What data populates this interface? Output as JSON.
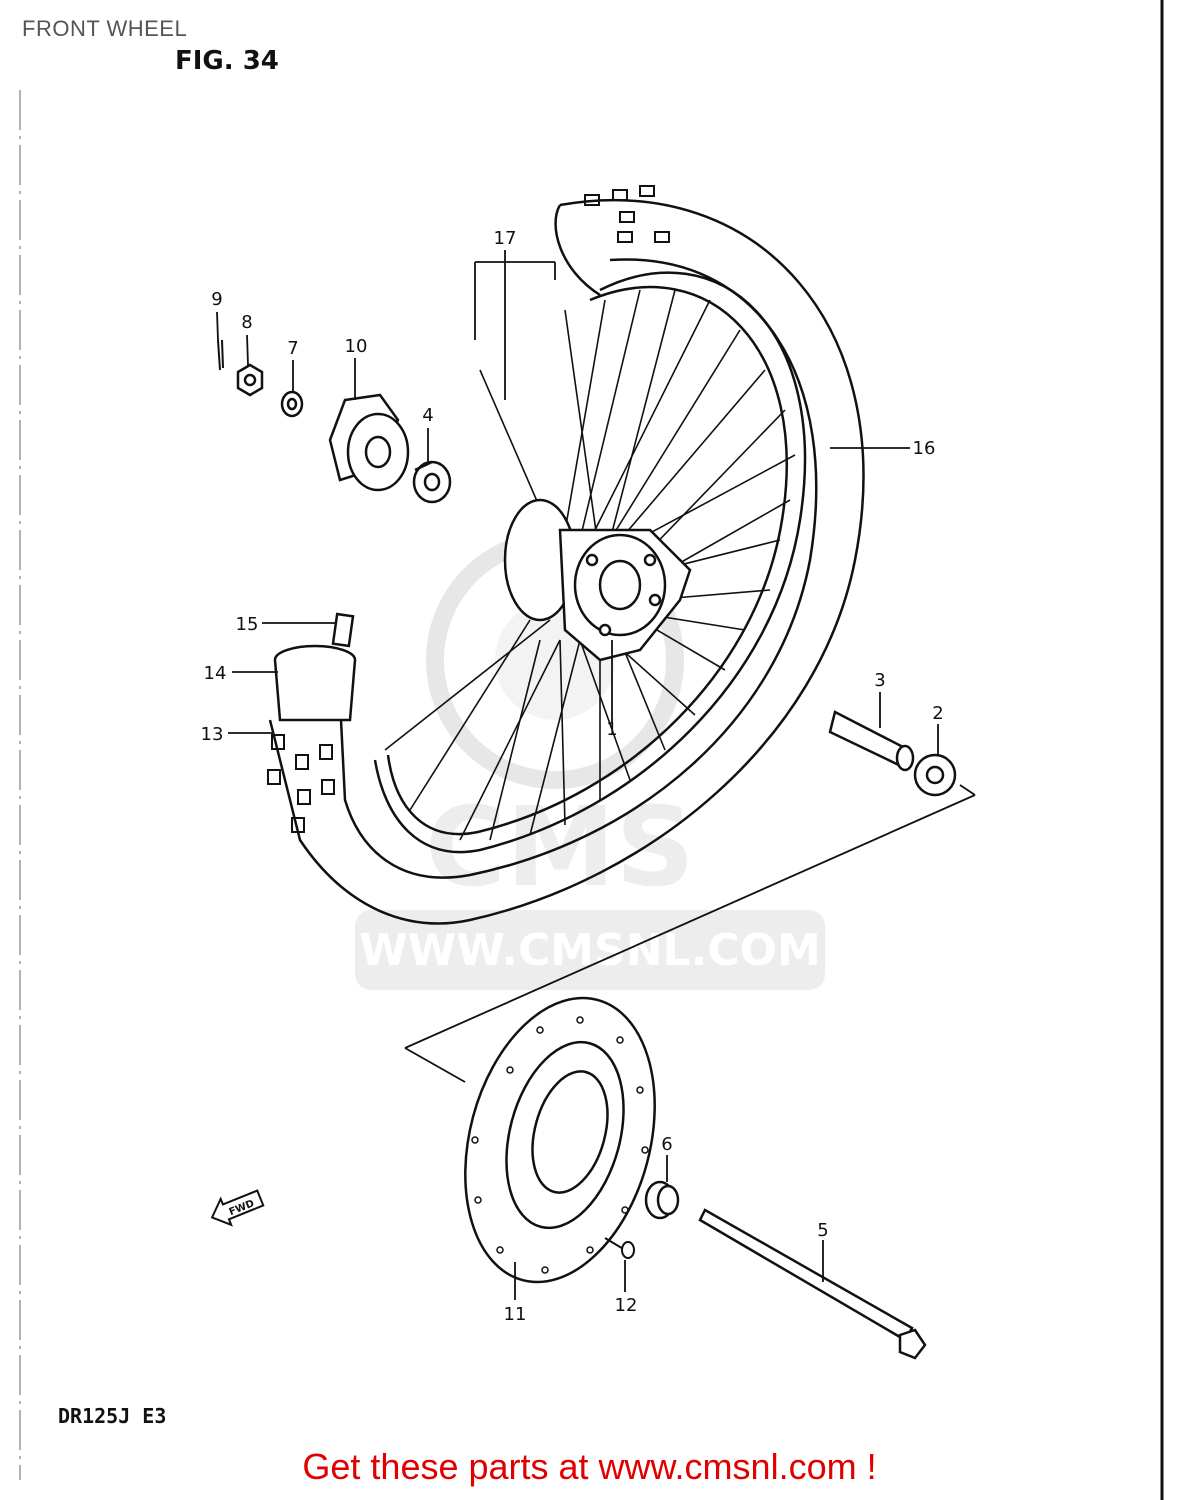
{
  "header": {
    "title": "FRONT WHEEL"
  },
  "figure": {
    "label": "FIG. 34",
    "model_code": "DR125J E3"
  },
  "callouts": [
    {
      "id": "callout-1",
      "label": "1"
    },
    {
      "id": "callout-2",
      "label": "2"
    },
    {
      "id": "callout-3",
      "label": "3"
    },
    {
      "id": "callout-4",
      "label": "4"
    },
    {
      "id": "callout-5",
      "label": "5"
    },
    {
      "id": "callout-6",
      "label": "6"
    },
    {
      "id": "callout-7",
      "label": "7"
    },
    {
      "id": "callout-8",
      "label": "8"
    },
    {
      "id": "callout-9",
      "label": "9"
    },
    {
      "id": "callout-10",
      "label": "10"
    },
    {
      "id": "callout-11",
      "label": "11"
    },
    {
      "id": "callout-12",
      "label": "12"
    },
    {
      "id": "callout-13",
      "label": "13"
    },
    {
      "id": "callout-14",
      "label": "14"
    },
    {
      "id": "callout-15",
      "label": "15"
    },
    {
      "id": "callout-16",
      "label": "16"
    },
    {
      "id": "callout-17",
      "label": "17"
    }
  ],
  "fwd_arrow": {
    "label": "FWD"
  },
  "watermark": {
    "logo": "CMS",
    "url": "WWW.CMSNL.COM"
  },
  "footer": {
    "cta": "Get these parts at www.cmsnl.com !"
  },
  "colors": {
    "cta": "#e00000",
    "line": "#111111",
    "watermark": "#cccccc"
  }
}
